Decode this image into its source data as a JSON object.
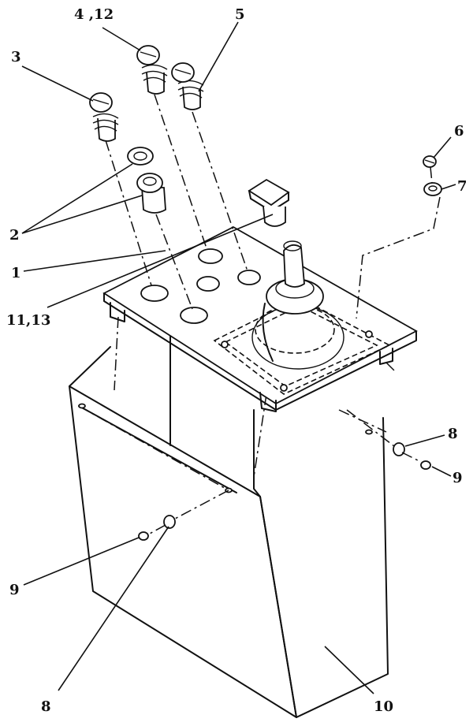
{
  "labels": {
    "l1": "1",
    "l2": "2",
    "l3": "3",
    "l4_12": "4 ,12",
    "l5": "5",
    "l6": "6",
    "l7": "7",
    "l8_right": "8",
    "l8_bottom": "8",
    "l9_right": "9",
    "l9_left": "9",
    "l10": "10",
    "l11_13": "11,13"
  }
}
